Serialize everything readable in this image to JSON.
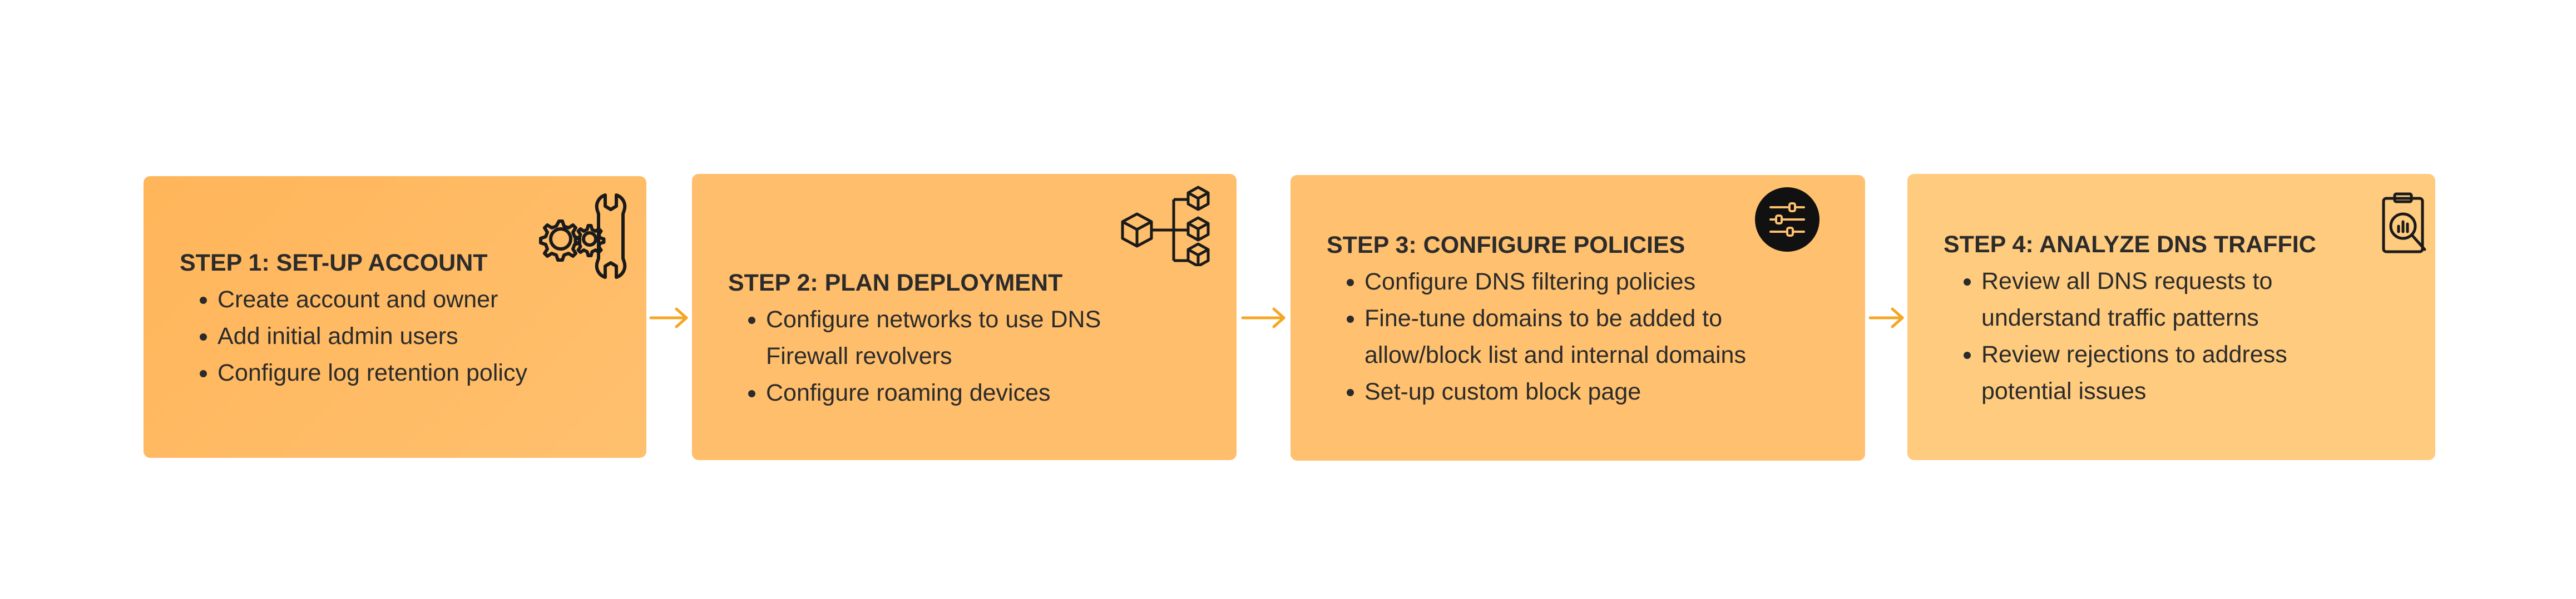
{
  "steps": [
    {
      "title": "STEP 1: SET-UP ACCOUNT",
      "icon": "gears-wrench-icon",
      "points": [
        "Create account and owner",
        "Add initial admin users",
        "Configure log retention policy"
      ]
    },
    {
      "title": "STEP 2: PLAN DEPLOYMENT",
      "icon": "network-cubes-icon",
      "points": [
        "Configure networks to use DNS Firewall revolvers",
        "Configure roaming devices"
      ]
    },
    {
      "title": "STEP 3: CONFIGURE POLICIES",
      "icon": "sliders-icon",
      "points": [
        "Configure DNS filtering policies",
        "Fine-tune domains to be added to allow/block list and internal domains",
        "Set-up custom block page"
      ]
    },
    {
      "title": "STEP 4: ANALYZE DNS TRAFFIC",
      "icon": "clipboard-analysis-icon",
      "points": [
        "Review all DNS requests to understand traffic patterns",
        "Review rejections to address potential issues"
      ]
    }
  ],
  "colors": {
    "step1": "#ffb55a",
    "step2": "#ffbe6b",
    "step3": "#ffc16f",
    "step4": "#ffcb7e",
    "arrow": "#f5a623",
    "text": "#2b2b2b"
  }
}
